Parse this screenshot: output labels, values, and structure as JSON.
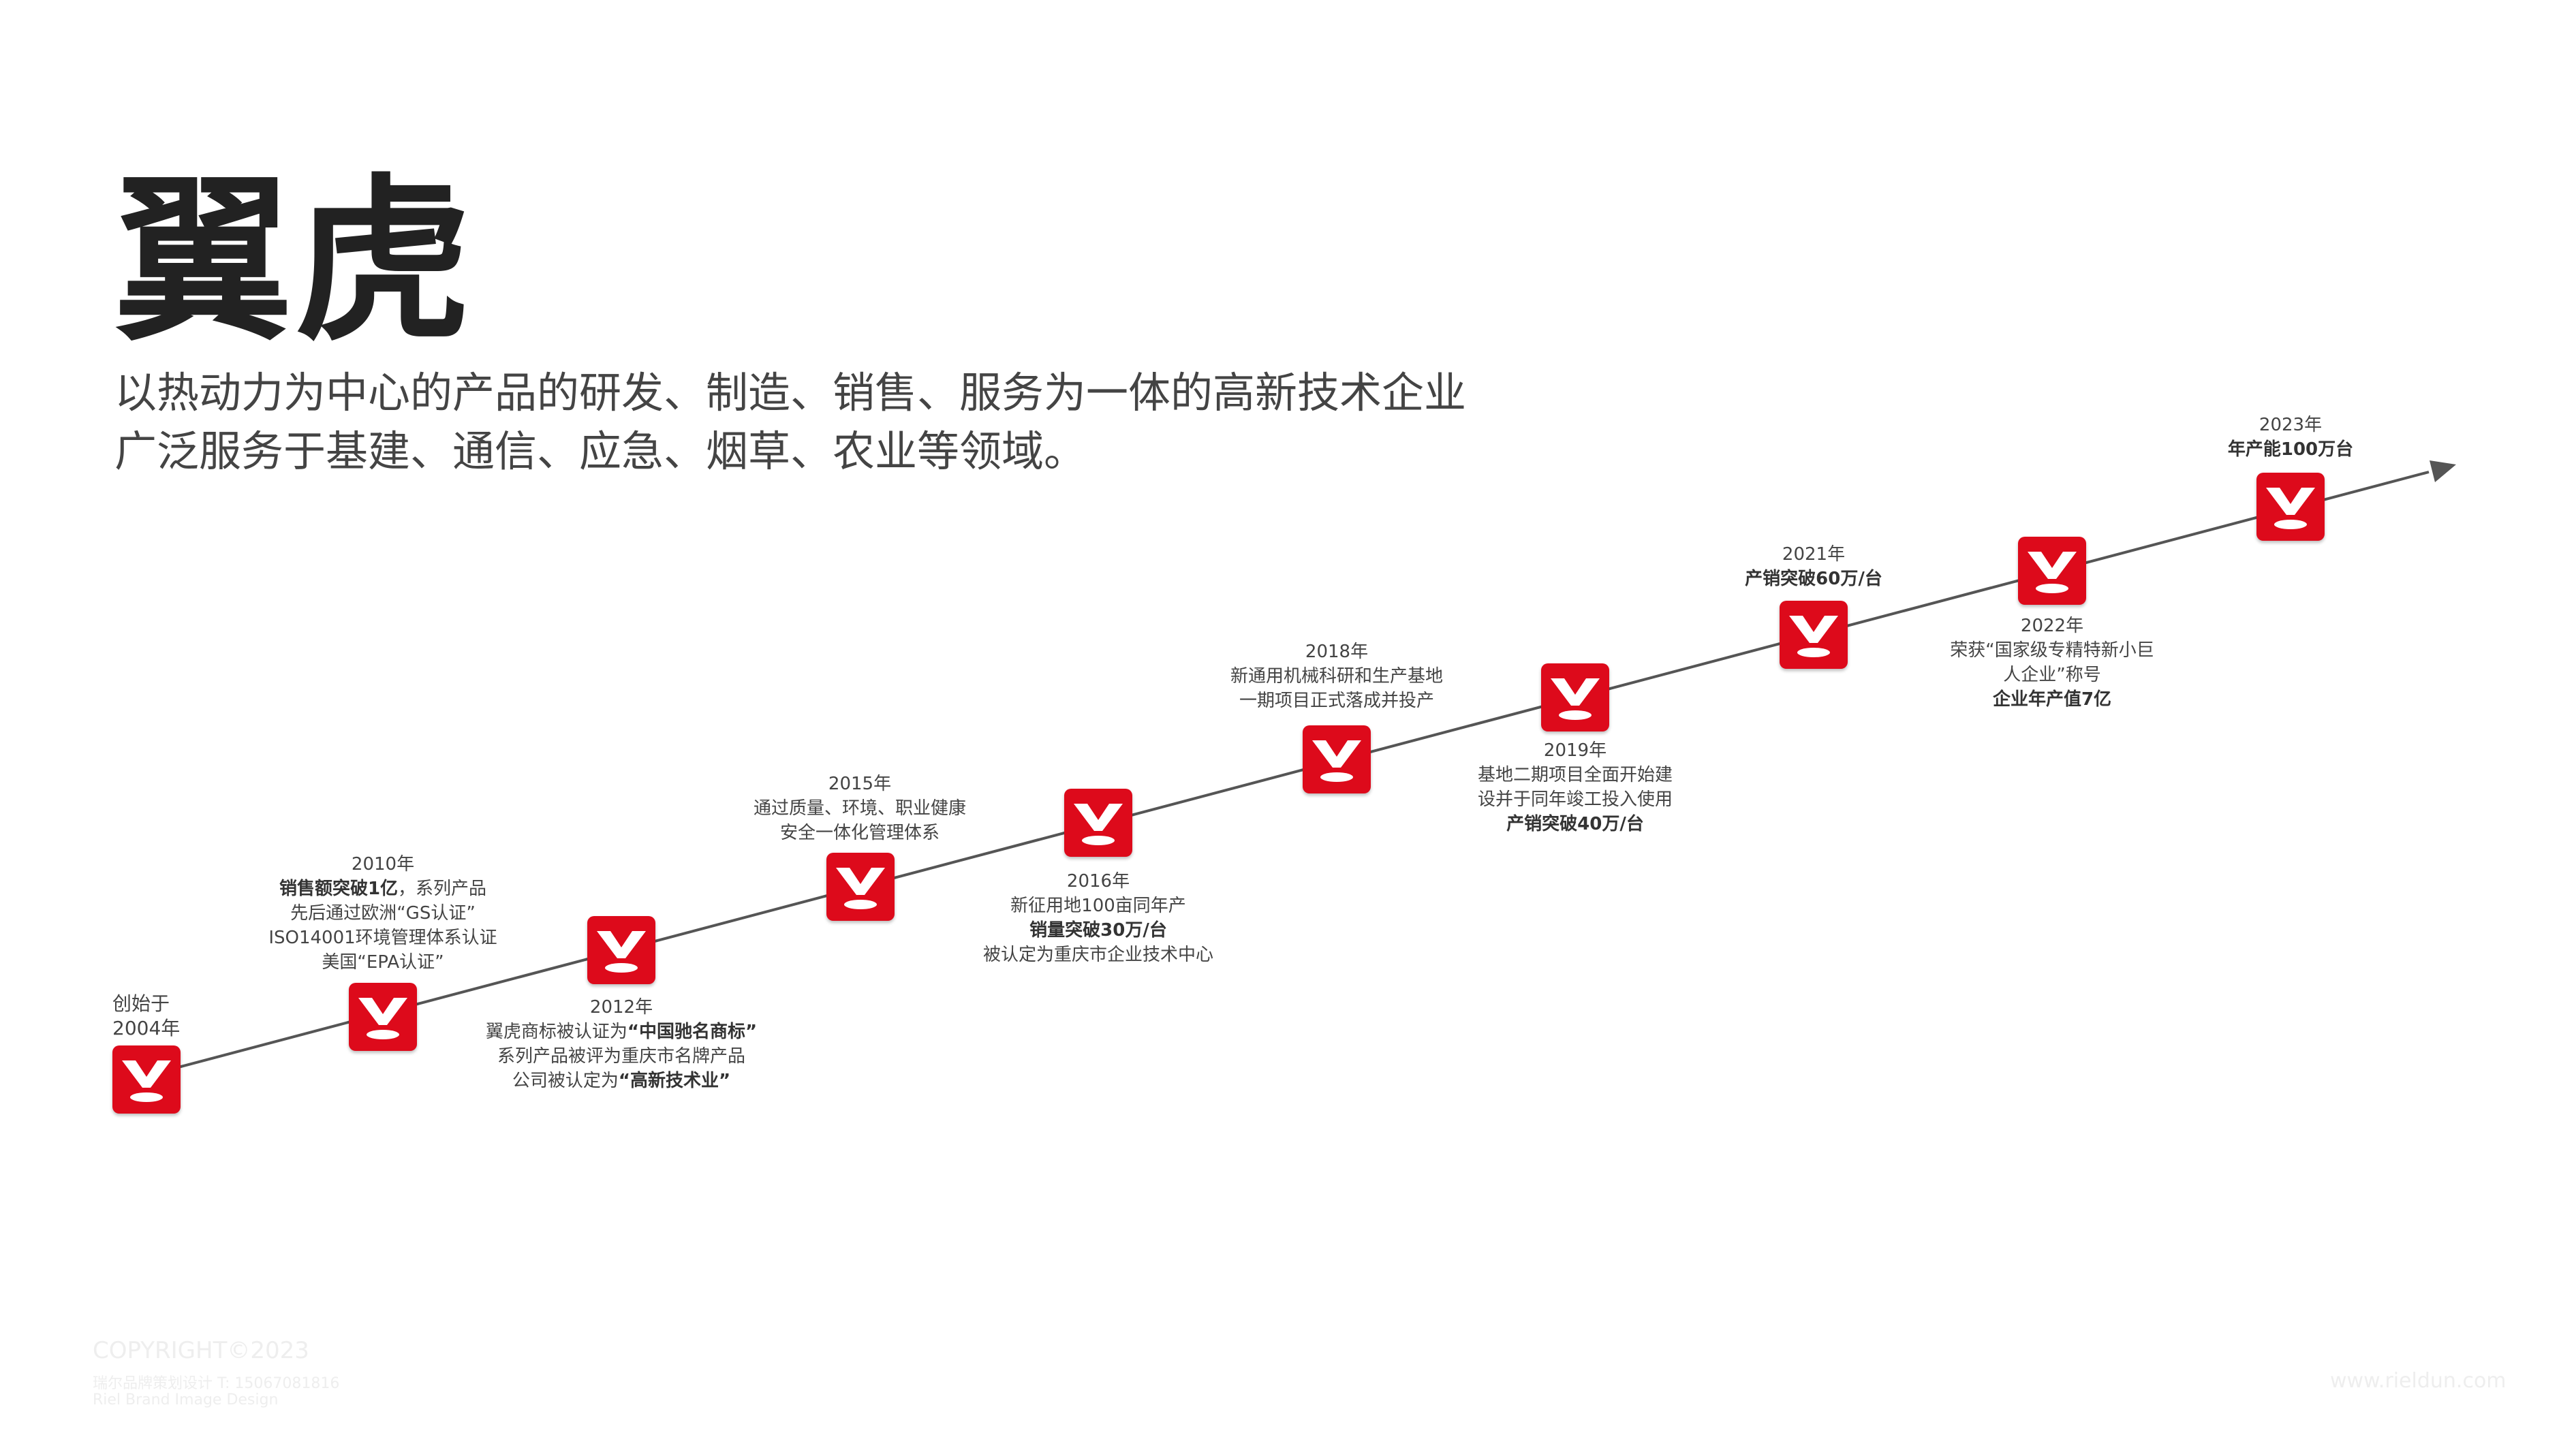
{
  "brand": {
    "title": "翼虎",
    "subtitle_line1": "以热动力为中心的产品的研发、制造、销售、服务为一体的高新技术企业",
    "subtitle_line2": "广泛服务于基建、通信、应急、烟草、农业等领域。",
    "accent_color": "#dd0a1b"
  },
  "milestones": [
    {
      "year": "2004年",
      "lines": [
        {
          "text": "创始于",
          "bold": false
        }
      ]
    },
    {
      "year": "2010年",
      "lines": [
        {
          "parts": [
            {
              "text": "销售额突破1亿",
              "bold": true
            },
            {
              "text": "，系列产品",
              "bold": false
            }
          ]
        },
        {
          "parts": [
            {
              "text": "先后通过欧洲",
              "bold": false
            },
            {
              "text": "GS认证",
              "bold": false,
              "quoted": true
            }
          ]
        },
        {
          "text": "ISO14001环境管理体系认证",
          "bold": false
        },
        {
          "parts": [
            {
              "text": "美国",
              "bold": false
            },
            {
              "text": "EPA认证",
              "bold": false,
              "quoted": true
            }
          ]
        }
      ]
    },
    {
      "year": "2012年",
      "lines": [
        {
          "parts": [
            {
              "text": "翼虎商标被认证为",
              "bold": false
            },
            {
              "text": "中国驰名商标",
              "bold": true,
              "quoted": true
            }
          ]
        },
        {
          "text": "系列产品被评为重庆市名牌产品",
          "bold": false
        },
        {
          "parts": [
            {
              "text": "公司被认定为",
              "bold": false
            },
            {
              "text": "高新技术业",
              "bold": true,
              "quoted": true
            }
          ]
        }
      ]
    },
    {
      "year": "2015年",
      "lines": [
        {
          "text": "通过质量、环境、职业健康",
          "bold": false
        },
        {
          "text": "安全一体化管理体系",
          "bold": false
        }
      ]
    },
    {
      "year": "2016年",
      "lines": [
        {
          "text": "新征用地100亩同年产",
          "bold": false
        },
        {
          "text": "销量突破30万/台",
          "bold": true
        },
        {
          "text": "被认定为重庆市企业技术中心",
          "bold": false
        }
      ]
    },
    {
      "year": "2018年",
      "lines": [
        {
          "text": "新通用机械科研和生产基地",
          "bold": false
        },
        {
          "text": "一期项目正式落成并投产",
          "bold": false
        }
      ]
    },
    {
      "year": "2019年",
      "lines": [
        {
          "text": "基地二期项目全面开始建",
          "bold": false
        },
        {
          "text": "设并于同年竣工投入使用",
          "bold": false
        },
        {
          "text": "产销突破40万/台",
          "bold": true
        }
      ]
    },
    {
      "year": "2021年",
      "lines": [
        {
          "text": "产销突破60万/台",
          "bold": true
        }
      ]
    },
    {
      "year": "2022年",
      "lines": [
        {
          "parts": [
            {
              "text": "荣获",
              "bold": false
            },
            {
              "text": "国家级专精特新小巨人企业",
              "bold": false,
              "quoted": true,
              "split_at": 9
            },
            {
              "text": "称号",
              "bold": false
            }
          ]
        },
        {
          "text": "企业年产值7亿",
          "bold": true
        }
      ]
    },
    {
      "year": "2023年",
      "lines": [
        {
          "text": "年产能100万台",
          "bold": true
        }
      ]
    }
  ],
  "footer": {
    "copyright": "COPYRIGHT©2023",
    "line2": "瑞尔品牌策划设计 T: 15067081816",
    "line3": "Riel Brand Image Design",
    "website": "www.rieldun.com"
  }
}
